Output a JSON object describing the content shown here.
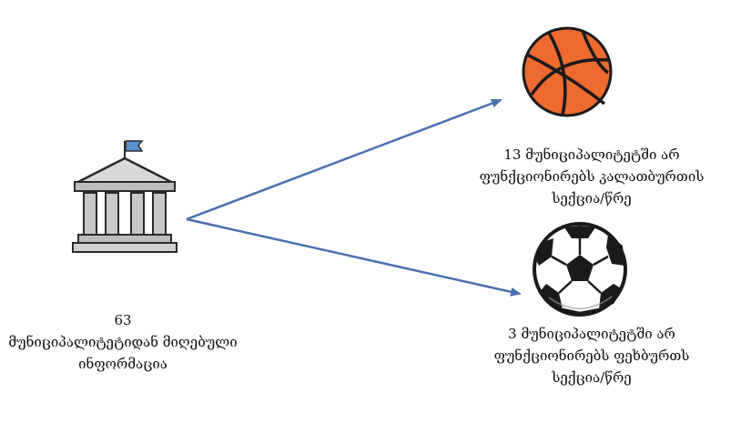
{
  "source": {
    "icon": "bank-building-icon",
    "count": "63",
    "line1": "მუნიციპალიტეტიდან მიღებული",
    "line2": "ინფორმაცია"
  },
  "basketball": {
    "icon": "basketball-icon",
    "line1": "13 მუნიციპალიტეტში არ",
    "line2": "ფუნქციონირებს კალათბურთის",
    "line3": "სექცია/წრე",
    "color": "#ee6a2f"
  },
  "football": {
    "icon": "soccer-ball-icon",
    "line1": "3 მუნიციპალიტეტში არ",
    "line2": "ფუნქციონირებს ფეხბურთს",
    "line3": "სექცია/წრე"
  },
  "arrow_color": "#4a6fb0"
}
